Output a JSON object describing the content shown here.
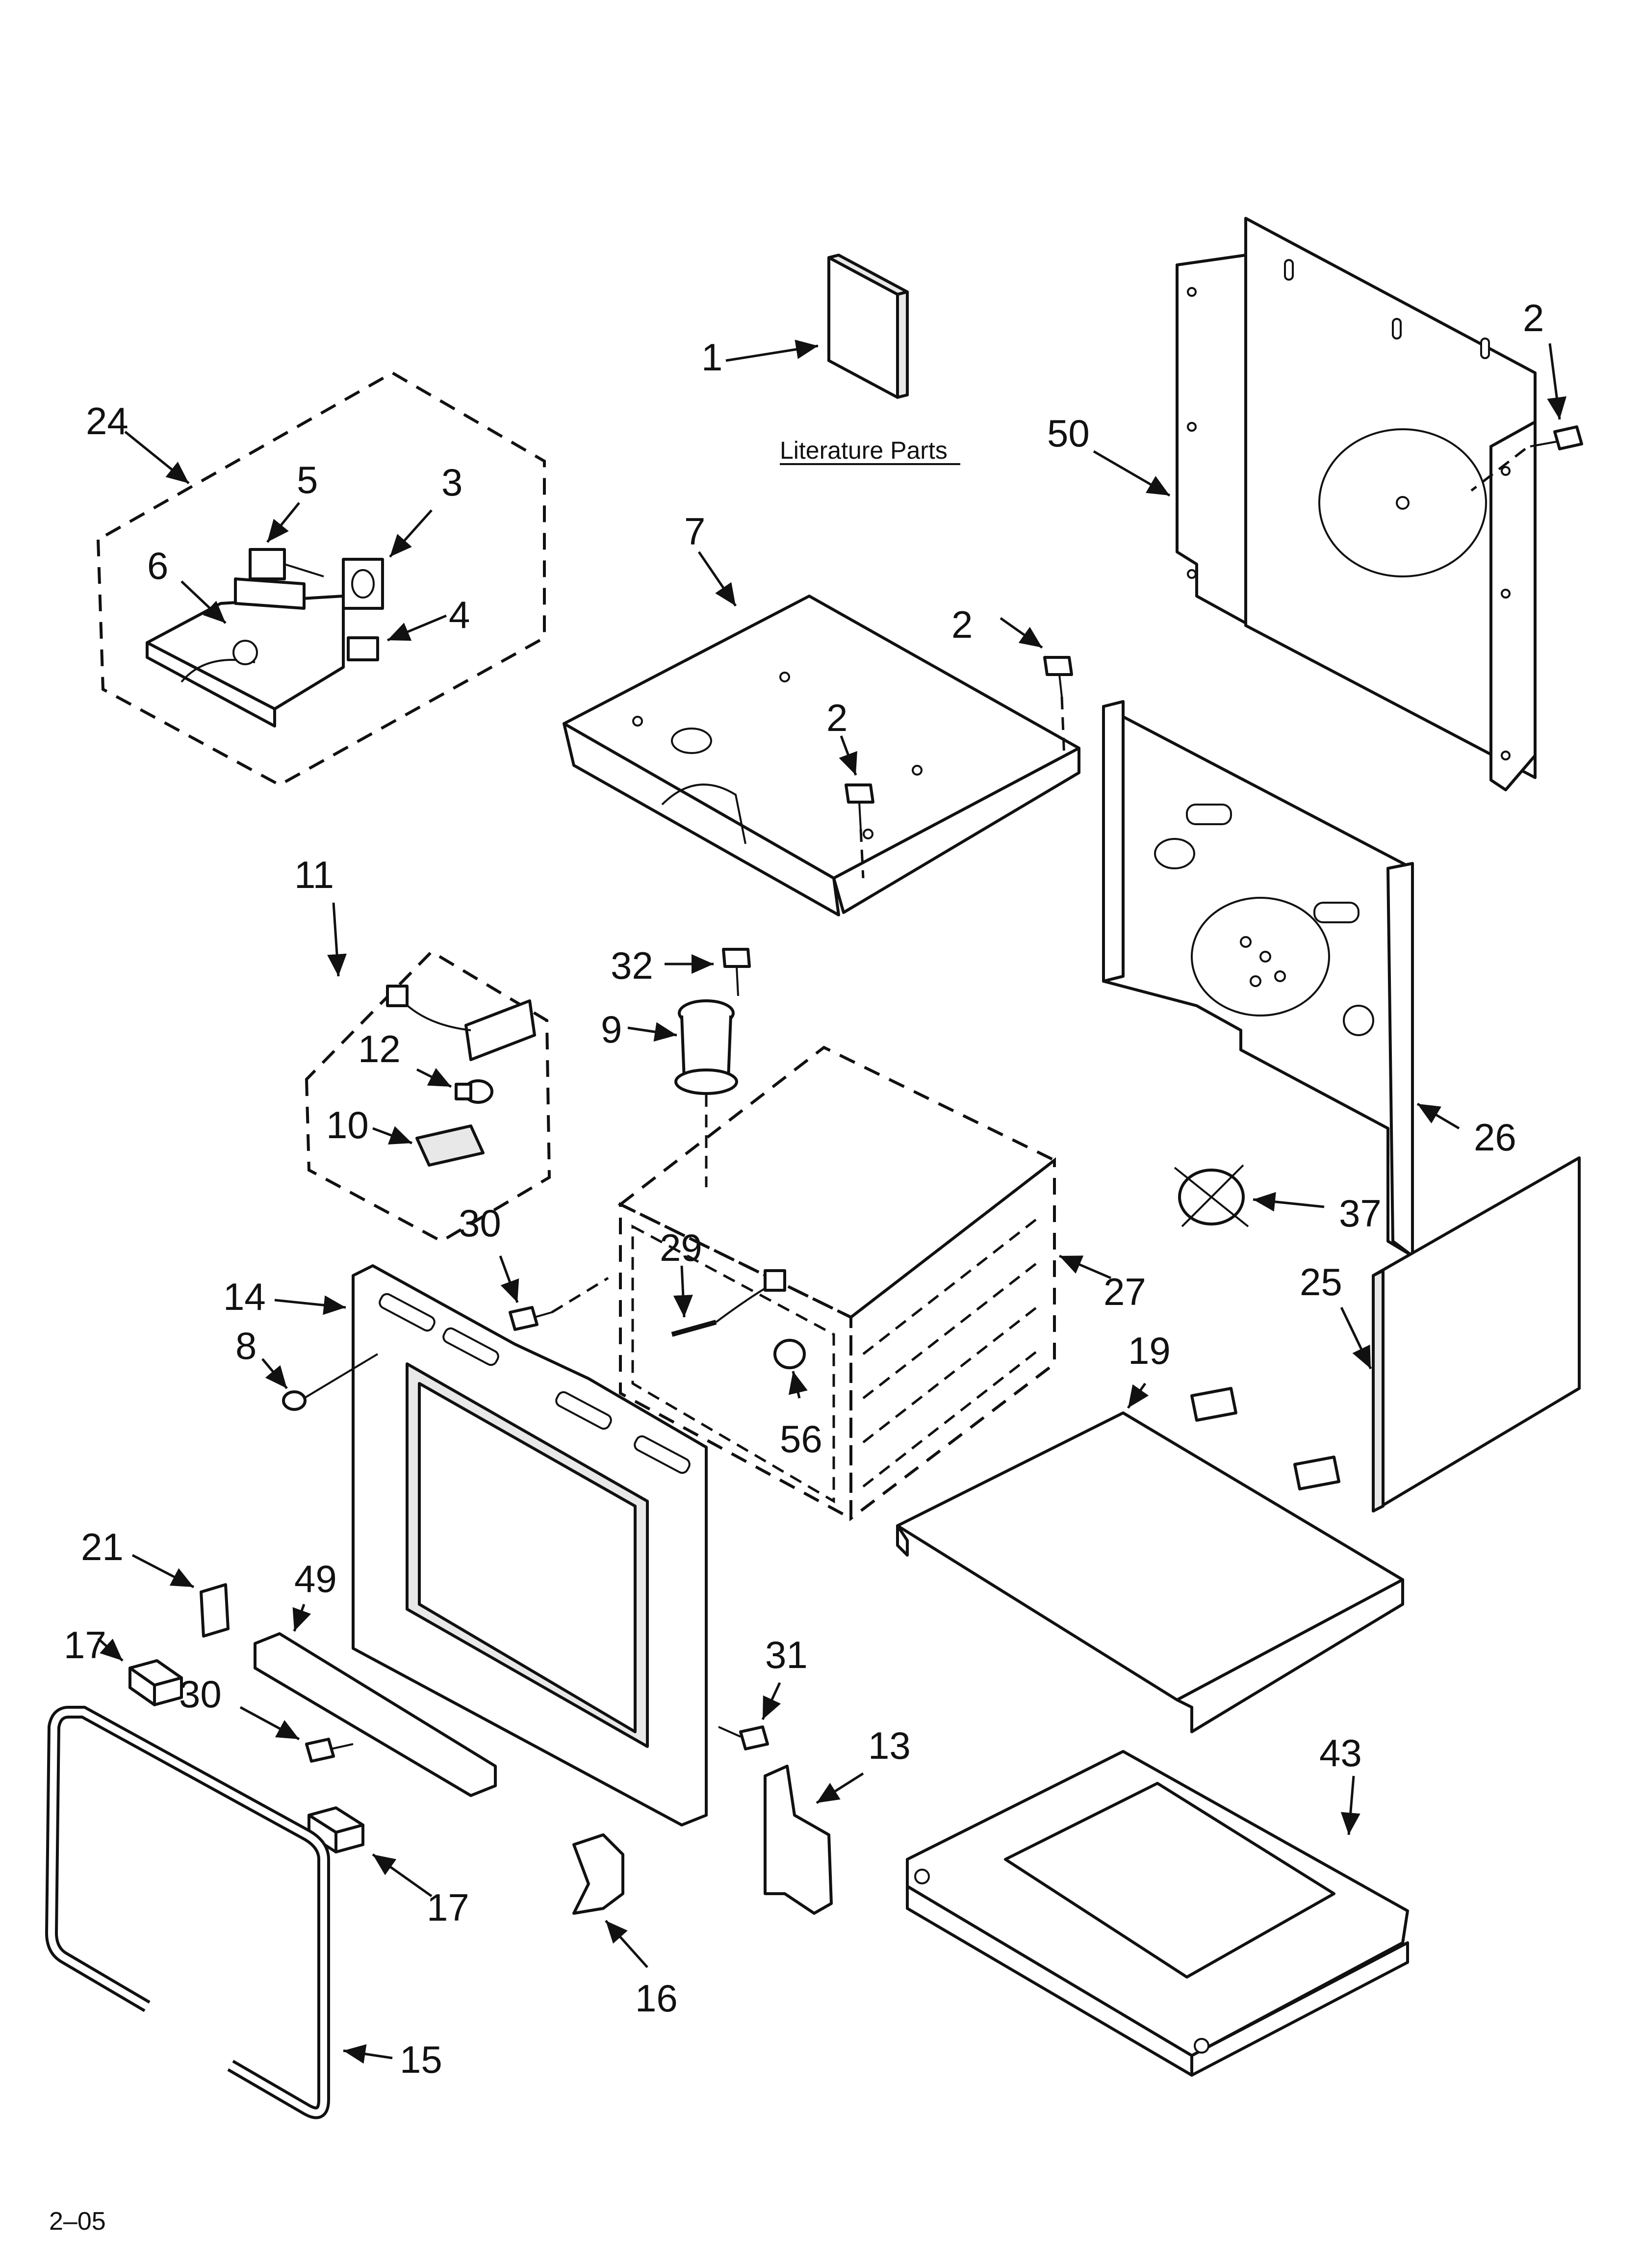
{
  "callouts": {
    "c1": "1",
    "c2a": "2",
    "c2b": "2",
    "c2c": "2",
    "c3": "3",
    "c4": "4",
    "c5": "5",
    "c6": "6",
    "c7": "7",
    "c8": "8",
    "c9": "9",
    "c10": "10",
    "c11": "11",
    "c12": "12",
    "c13": "13",
    "c14": "14",
    "c15": "15",
    "c16": "16",
    "c17a": "17",
    "c17b": "17",
    "c19": "19",
    "c21": "21",
    "c24": "24",
    "c25": "25",
    "c26": "26",
    "c27": "27",
    "c29": "29",
    "c30a": "30",
    "c30b": "30",
    "c31": "31",
    "c32": "32",
    "c37": "37",
    "c43": "43",
    "c49": "49",
    "c50": "50",
    "c56": "56"
  },
  "literature_label": "Literature Parts",
  "footer_code": "2–05"
}
